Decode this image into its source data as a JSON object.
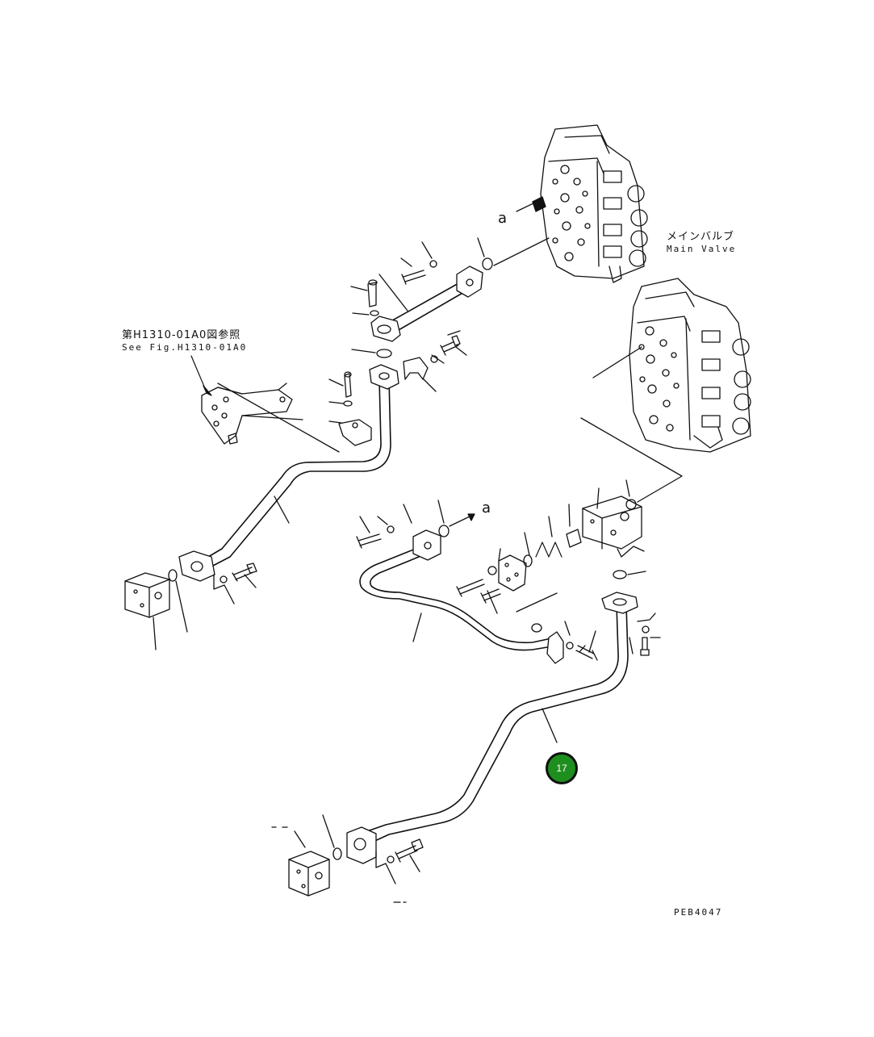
{
  "labels": {
    "main_valve_jp": "メインバルブ",
    "main_valve_en": "Main Valve",
    "see_fig_jp": "第H1310-01A0図参照",
    "see_fig_en": "See Fig.H1310-01A0",
    "ref_a_top": "a",
    "ref_a_mid": "a",
    "drawing_code": "PEB4047"
  },
  "callouts": [
    {
      "number": "17",
      "color": "#1e8f1e"
    }
  ]
}
